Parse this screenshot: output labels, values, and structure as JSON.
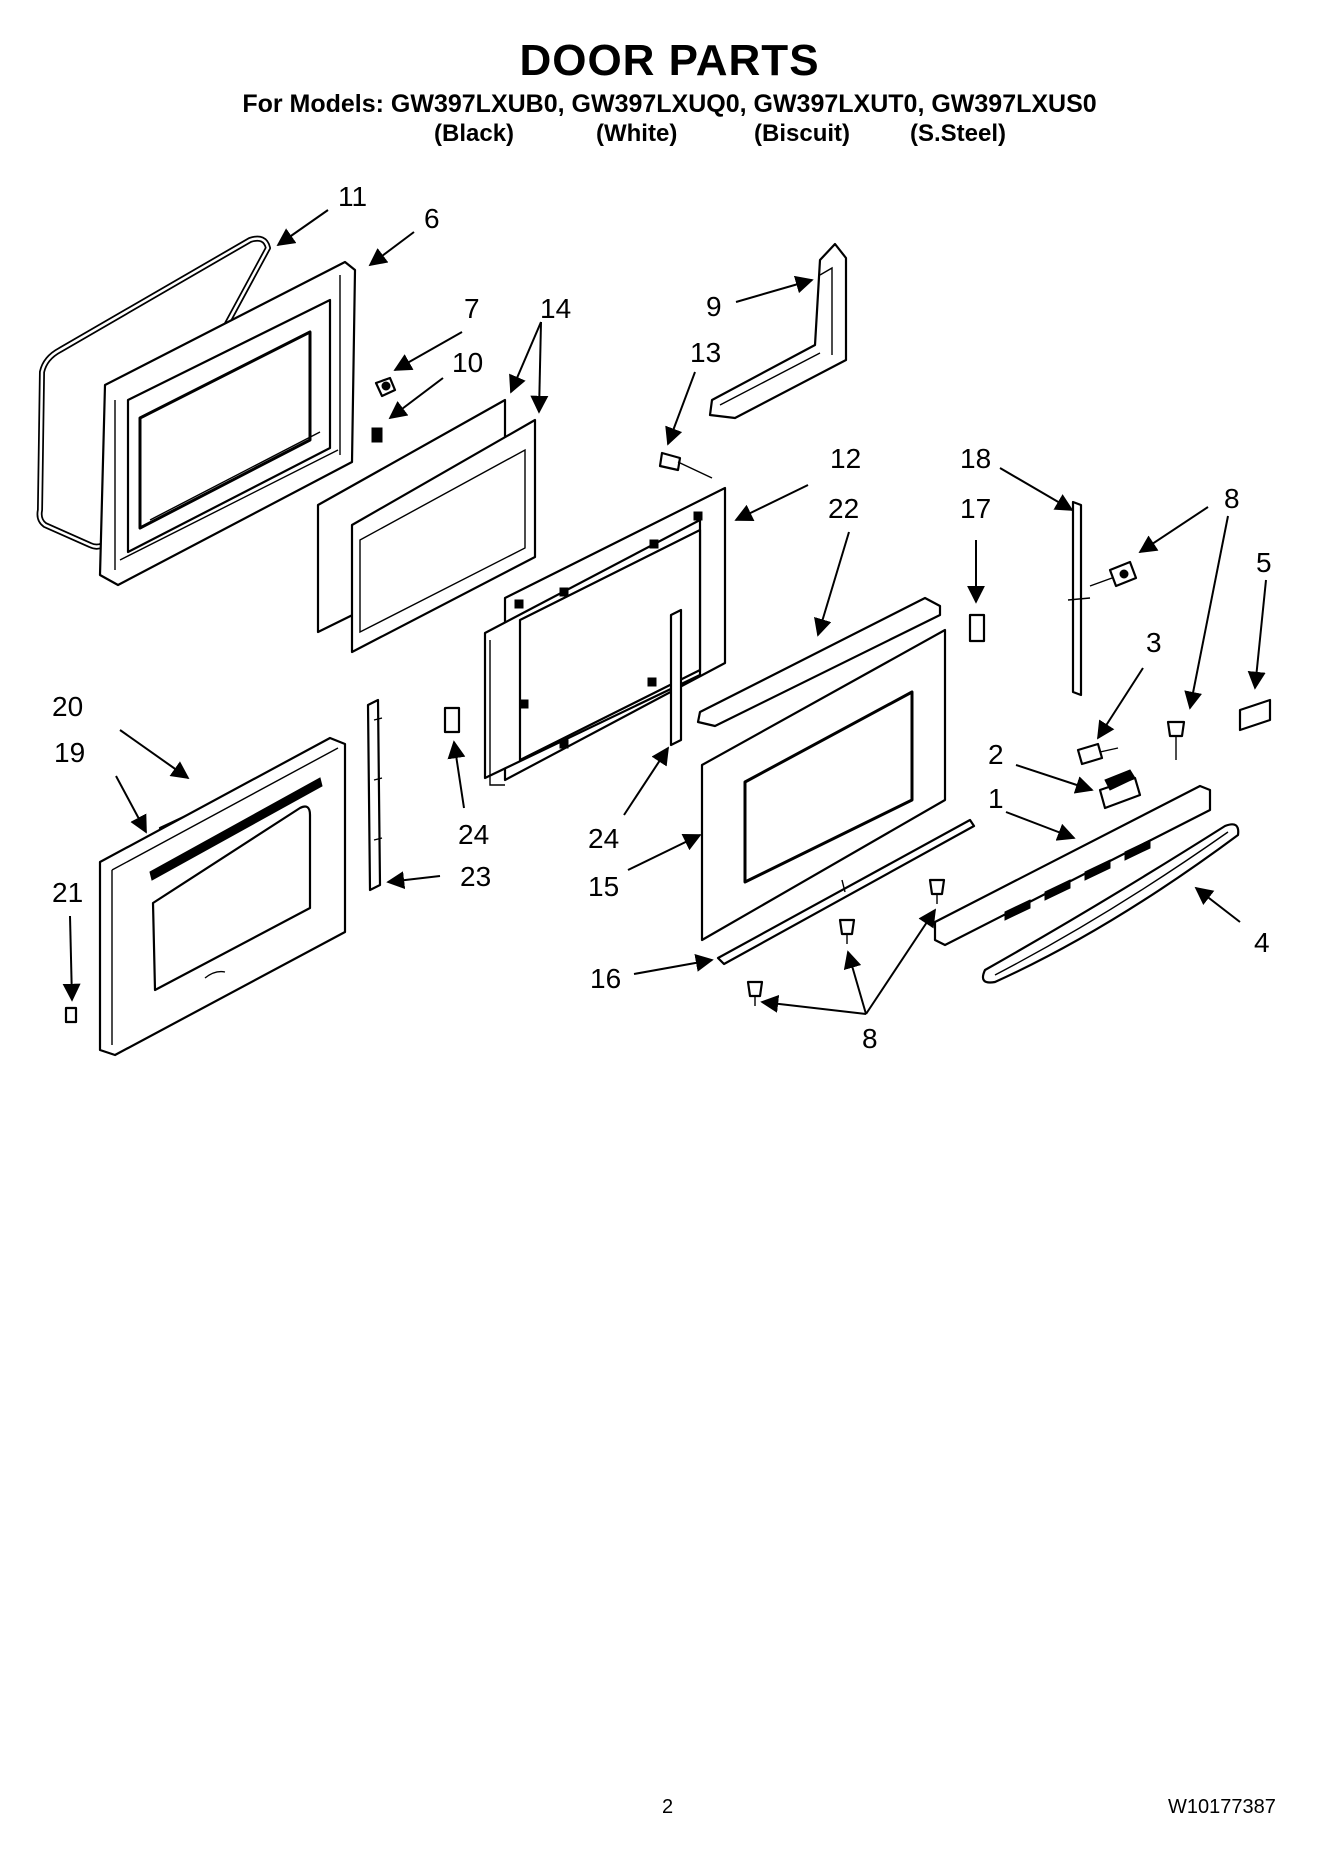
{
  "title": "DOOR PARTS",
  "models_line": "For Models: GW397LXUB0, GW397LXUQ0, GW397LXUT0, GW397LXUS0",
  "variants": [
    "(Black)",
    "(White)",
    "(Biscuit)",
    "(S.Steel)"
  ],
  "callouts": {
    "c11": "11",
    "c6": "6",
    "c7": "7",
    "c14": "14",
    "c10": "10",
    "c9": "9",
    "c13": "13",
    "c12": "12",
    "c22": "22",
    "c18": "18",
    "c17": "17",
    "c8a": "8",
    "c5": "5",
    "c3": "3",
    "c2": "2",
    "c1": "1",
    "c20": "20",
    "c19": "19",
    "c24a": "24",
    "c24b": "24",
    "c23": "23",
    "c21": "21",
    "c15": "15",
    "c16": "16",
    "c4": "4",
    "c8b": "8"
  },
  "page_number": "2",
  "document_number": "W10177387"
}
